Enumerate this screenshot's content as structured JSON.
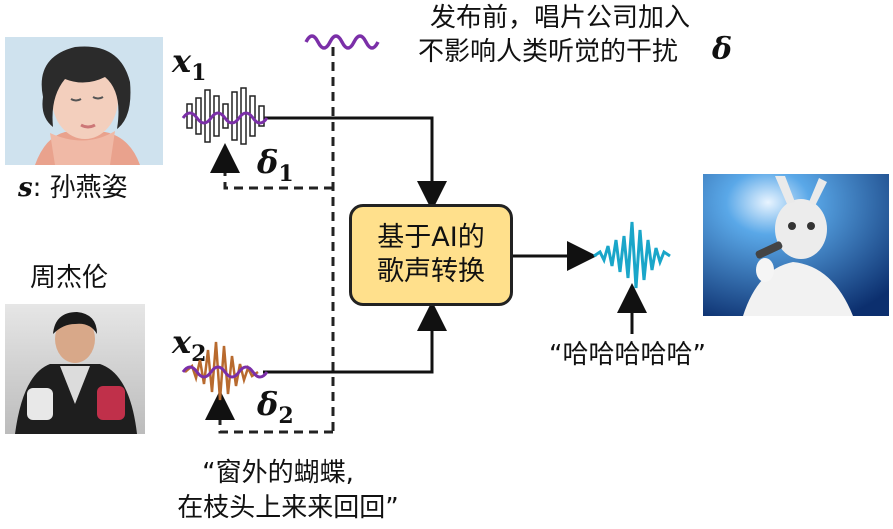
{
  "top_note": {
    "line1": "发布前，唱片公司加入",
    "line2": "不影响人类听觉的干扰",
    "symbol": "δ"
  },
  "singer_s": {
    "symbol": "s",
    "label": ": 孙燕姿"
  },
  "singer_2": {
    "label": "周杰伦"
  },
  "x1": {
    "base": "x",
    "sub": "1"
  },
  "x2": {
    "base": "x",
    "sub": "2"
  },
  "delta1": {
    "base": "δ",
    "sub": "1"
  },
  "delta2": {
    "base": "δ",
    "sub": "2"
  },
  "converter": {
    "line1": "基于AI的",
    "line2": "歌声转换"
  },
  "output_lyric": "“哈哈哈哈哈”",
  "input_lyric": {
    "line1": "“窗外的蝴蝶,",
    "line2": "在枝头上来来回回”"
  },
  "colors": {
    "perturbation": "#7b2fa8",
    "waveform_x2": "#b86a2e",
    "output_wave": "#1aa6c9",
    "box_fill": "#ffe08c"
  }
}
